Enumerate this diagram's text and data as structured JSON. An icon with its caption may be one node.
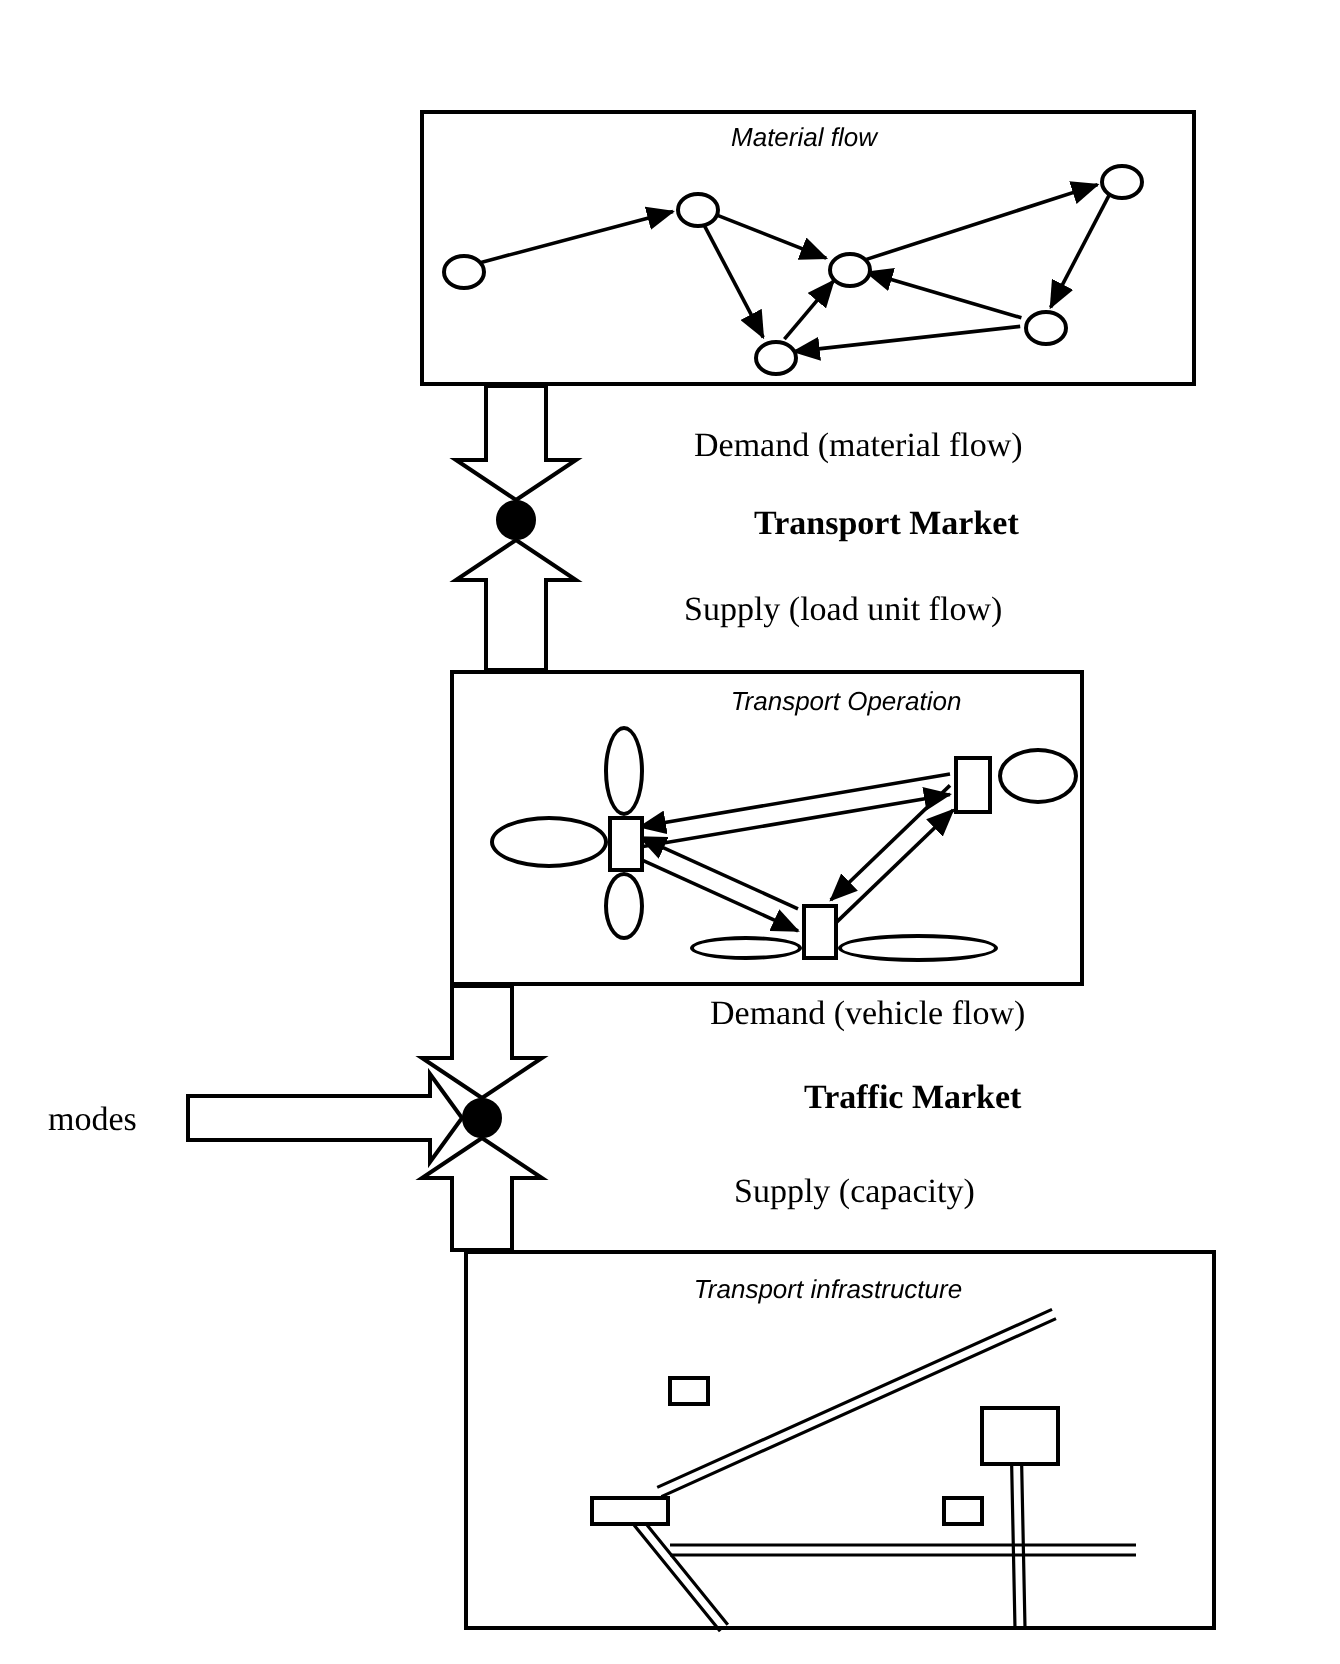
{
  "diagram": {
    "nodes": [
      {
        "text": [
          "Material flow"
        ]
      },
      {
        "text": [],
        "shape": "circle",
        "in": 0
      },
      {
        "text": [],
        "shape": "circle",
        "in": 0
      },
      {
        "text": [],
        "shape": "circle",
        "in": 0
      },
      {
        "text": [],
        "shape": "circle",
        "in": 0
      },
      {
        "text": [],
        "shape": "circle",
        "in": 0
      },
      {
        "text": [],
        "shape": "circle",
        "in": 0
      },
      {
        "text": [],
        "shape": "circle"
      },
      {
        "text": [
          "Transport Operation"
        ]
      },
      {
        "text": [],
        "shape": "box",
        "in": 8
      },
      {
        "text": [],
        "shape": "box",
        "in": 8
      },
      {
        "text": [],
        "shape": "box",
        "in": 8
      },
      {
        "text": [
          "modes"
        ]
      },
      {
        "text": [],
        "shape": "circle"
      },
      {
        "text": [
          "Transport infrastructure"
        ]
      },
      {
        "text": [],
        "shape": "box",
        "in": 14
      },
      {
        "text": [],
        "shape": "box",
        "in": 14
      },
      {
        "text": [],
        "shape": "box",
        "in": 14
      },
      {
        "text": [],
        "shape": "box",
        "in": 14
      },
      {
        "text": [],
        "shape": "ellipse",
        "in": 8
      },
      {
        "text": [],
        "shape": "ellipse",
        "in": 8
      },
      {
        "text": [],
        "shape": "ellipse",
        "in": 8
      },
      {
        "text": [],
        "shape": "ellipse",
        "in": 8
      },
      {
        "text": [],
        "shape": "ellipse",
        "in": 8
      },
      {
        "text": [],
        "shape": "ellipse",
        "in": 8
      }
    ],
    "edges": [
      {
        "from": 1,
        "to": 2,
        "arrow": "to"
      },
      {
        "from": 2,
        "to": 4,
        "arrow": "to"
      },
      {
        "from": 2,
        "to": 3,
        "arrow": "to"
      },
      {
        "from": 3,
        "to": 4,
        "arrow": "to"
      },
      {
        "from": 4,
        "to": 6,
        "arrow": "to"
      },
      {
        "from": 6,
        "to": 5,
        "arrow": "to"
      },
      {
        "from": 5,
        "to": 4,
        "arrow": "to"
      },
      {
        "from": 5,
        "to": 3,
        "arrow": "to"
      },
      {
        "from": 0,
        "to": 7,
        "arrow": "to",
        "style": "thick"
      },
      {
        "from": 8,
        "to": 7,
        "arrow": "to",
        "style": "thick"
      },
      {
        "from": 9,
        "to": 11,
        "arrow": "to"
      },
      {
        "from": 11,
        "to": 9,
        "arrow": "to"
      },
      {
        "from": 10,
        "to": 9,
        "arrow": "to"
      },
      {
        "from": 9,
        "to": 10,
        "arrow": "to"
      },
      {
        "from": 11,
        "to": 10,
        "arrow": "to"
      },
      {
        "from": 10,
        "to": 11,
        "arrow": "to"
      },
      {
        "from": 8,
        "to": 13,
        "arrow": "to",
        "style": "thick"
      },
      {
        "from": 14,
        "to": 13,
        "arrow": "to",
        "style": "thick"
      },
      {
        "from": 12,
        "to": 13,
        "arrow": "to",
        "style": "thick"
      },
      {
        "from": 15,
        "to": null,
        "arrow": "none"
      },
      {
        "from": 15,
        "to": null,
        "arrow": "none"
      },
      {
        "from": 18,
        "to": null,
        "arrow": "none"
      }
    ],
    "labels": [
      "Demand (material flow)",
      "Transport Market",
      "Supply (load unit flow)",
      "Demand (vehicle flow)",
      "Traffic Market",
      "Supply (capacity)"
    ]
  }
}
